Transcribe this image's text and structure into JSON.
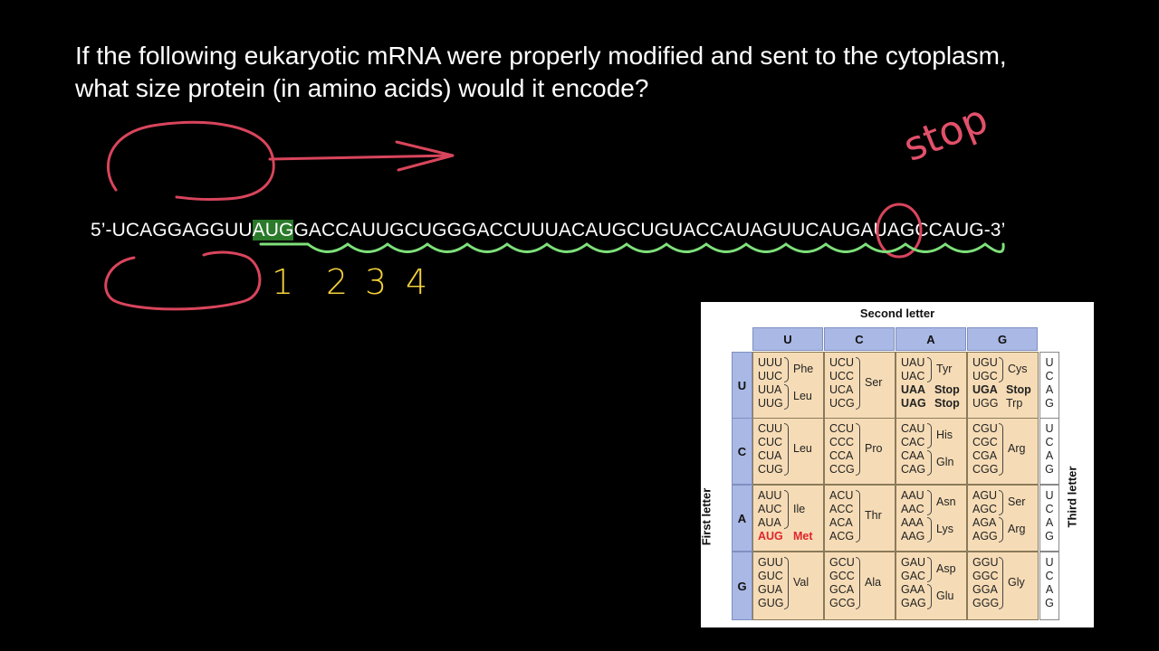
{
  "question": {
    "line1": "If the following eukaryotic mRNA were properly modified and sent to the cytoplasm,",
    "line2": "what size protein (in amino acids) would it encode?"
  },
  "sequence": {
    "before": "5’-UCAGGAGGUU",
    "start": "AUG",
    "after": "GACCAUUGCUGGGACCUUUACAUGCUGUACCAUAGUUCAUGAUAGCCAUG-3’"
  },
  "annotations": {
    "stop_label": "stop",
    "counts": [
      "1",
      "2",
      "3",
      "4"
    ],
    "five_prime": "5’",
    "three_prime": "3’"
  },
  "codon_table": {
    "title_second": "Second letter",
    "title_first": "First letter",
    "title_third": "Third letter",
    "second_letters": [
      "U",
      "C",
      "A",
      "G"
    ],
    "first_letters": [
      "U",
      "C",
      "A",
      "G"
    ],
    "third_letters": [
      "U",
      "C",
      "A",
      "G"
    ],
    "rows": [
      [
        {
          "codons": [
            "UUU",
            "UUC",
            "UUA",
            "UUG"
          ],
          "aa": [
            [
              "Phe",
              0
            ],
            [
              "Leu",
              2
            ]
          ]
        },
        {
          "codons": [
            "UCU",
            "UCC",
            "UCA",
            "UCG"
          ],
          "aa": [
            [
              "Ser",
              1
            ]
          ]
        },
        {
          "codons": [
            "UAU",
            "UAC",
            "UAA",
            "UAG"
          ],
          "aa": [
            [
              "Tyr",
              0
            ],
            [
              "Stop",
              2
            ],
            [
              "Stop",
              3
            ]
          ],
          "bold": [
            2,
            3
          ]
        },
        {
          "codons": [
            "UGU",
            "UGC",
            "UGA",
            "UGG"
          ],
          "aa": [
            [
              "Cys",
              0
            ],
            [
              "Stop",
              2
            ],
            [
              "Trp",
              3
            ]
          ],
          "bold": [
            2
          ]
        }
      ],
      [
        {
          "codons": [
            "CUU",
            "CUC",
            "CUA",
            "CUG"
          ],
          "aa": [
            [
              "Leu",
              1
            ]
          ]
        },
        {
          "codons": [
            "CCU",
            "CCC",
            "CCA",
            "CCG"
          ],
          "aa": [
            [
              "Pro",
              1
            ]
          ]
        },
        {
          "codons": [
            "CAU",
            "CAC",
            "CAA",
            "CAG"
          ],
          "aa": [
            [
              "His",
              0
            ],
            [
              "Gln",
              2
            ]
          ]
        },
        {
          "codons": [
            "CGU",
            "CGC",
            "CGA",
            "CGG"
          ],
          "aa": [
            [
              "Arg",
              1
            ]
          ]
        }
      ],
      [
        {
          "codons": [
            "AUU",
            "AUC",
            "AUA",
            "AUG"
          ],
          "aa": [
            [
              "Ile",
              0
            ],
            [
              "Met",
              3
            ]
          ],
          "red": [
            3
          ]
        },
        {
          "codons": [
            "ACU",
            "ACC",
            "ACA",
            "ACG"
          ],
          "aa": [
            [
              "Thr",
              1
            ]
          ]
        },
        {
          "codons": [
            "AAU",
            "AAC",
            "AAA",
            "AAG"
          ],
          "aa": [
            [
              "Asn",
              0
            ],
            [
              "Lys",
              2
            ]
          ]
        },
        {
          "codons": [
            "AGU",
            "AGC",
            "AGA",
            "AGG"
          ],
          "aa": [
            [
              "Ser",
              0
            ],
            [
              "Arg",
              2
            ]
          ]
        }
      ],
      [
        {
          "codons": [
            "GUU",
            "GUC",
            "GUA",
            "GUG"
          ],
          "aa": [
            [
              "Val",
              1
            ]
          ]
        },
        {
          "codons": [
            "GCU",
            "GCC",
            "GCA",
            "GCG"
          ],
          "aa": [
            [
              "Ala",
              1
            ]
          ]
        },
        {
          "codons": [
            "GAU",
            "GAC",
            "GAA",
            "GAG"
          ],
          "aa": [
            [
              "Asp",
              0
            ],
            [
              "Glu",
              2
            ]
          ]
        },
        {
          "codons": [
            "GGU",
            "GGC",
            "GGA",
            "GGG"
          ],
          "aa": [
            [
              "Gly",
              1
            ]
          ]
        }
      ]
    ]
  },
  "colors": {
    "ink_red": "#d9455c",
    "ink_green": "#7ee07a",
    "ink_yellow": "#f5d23a",
    "highlight_green": "#2a7a2a"
  }
}
